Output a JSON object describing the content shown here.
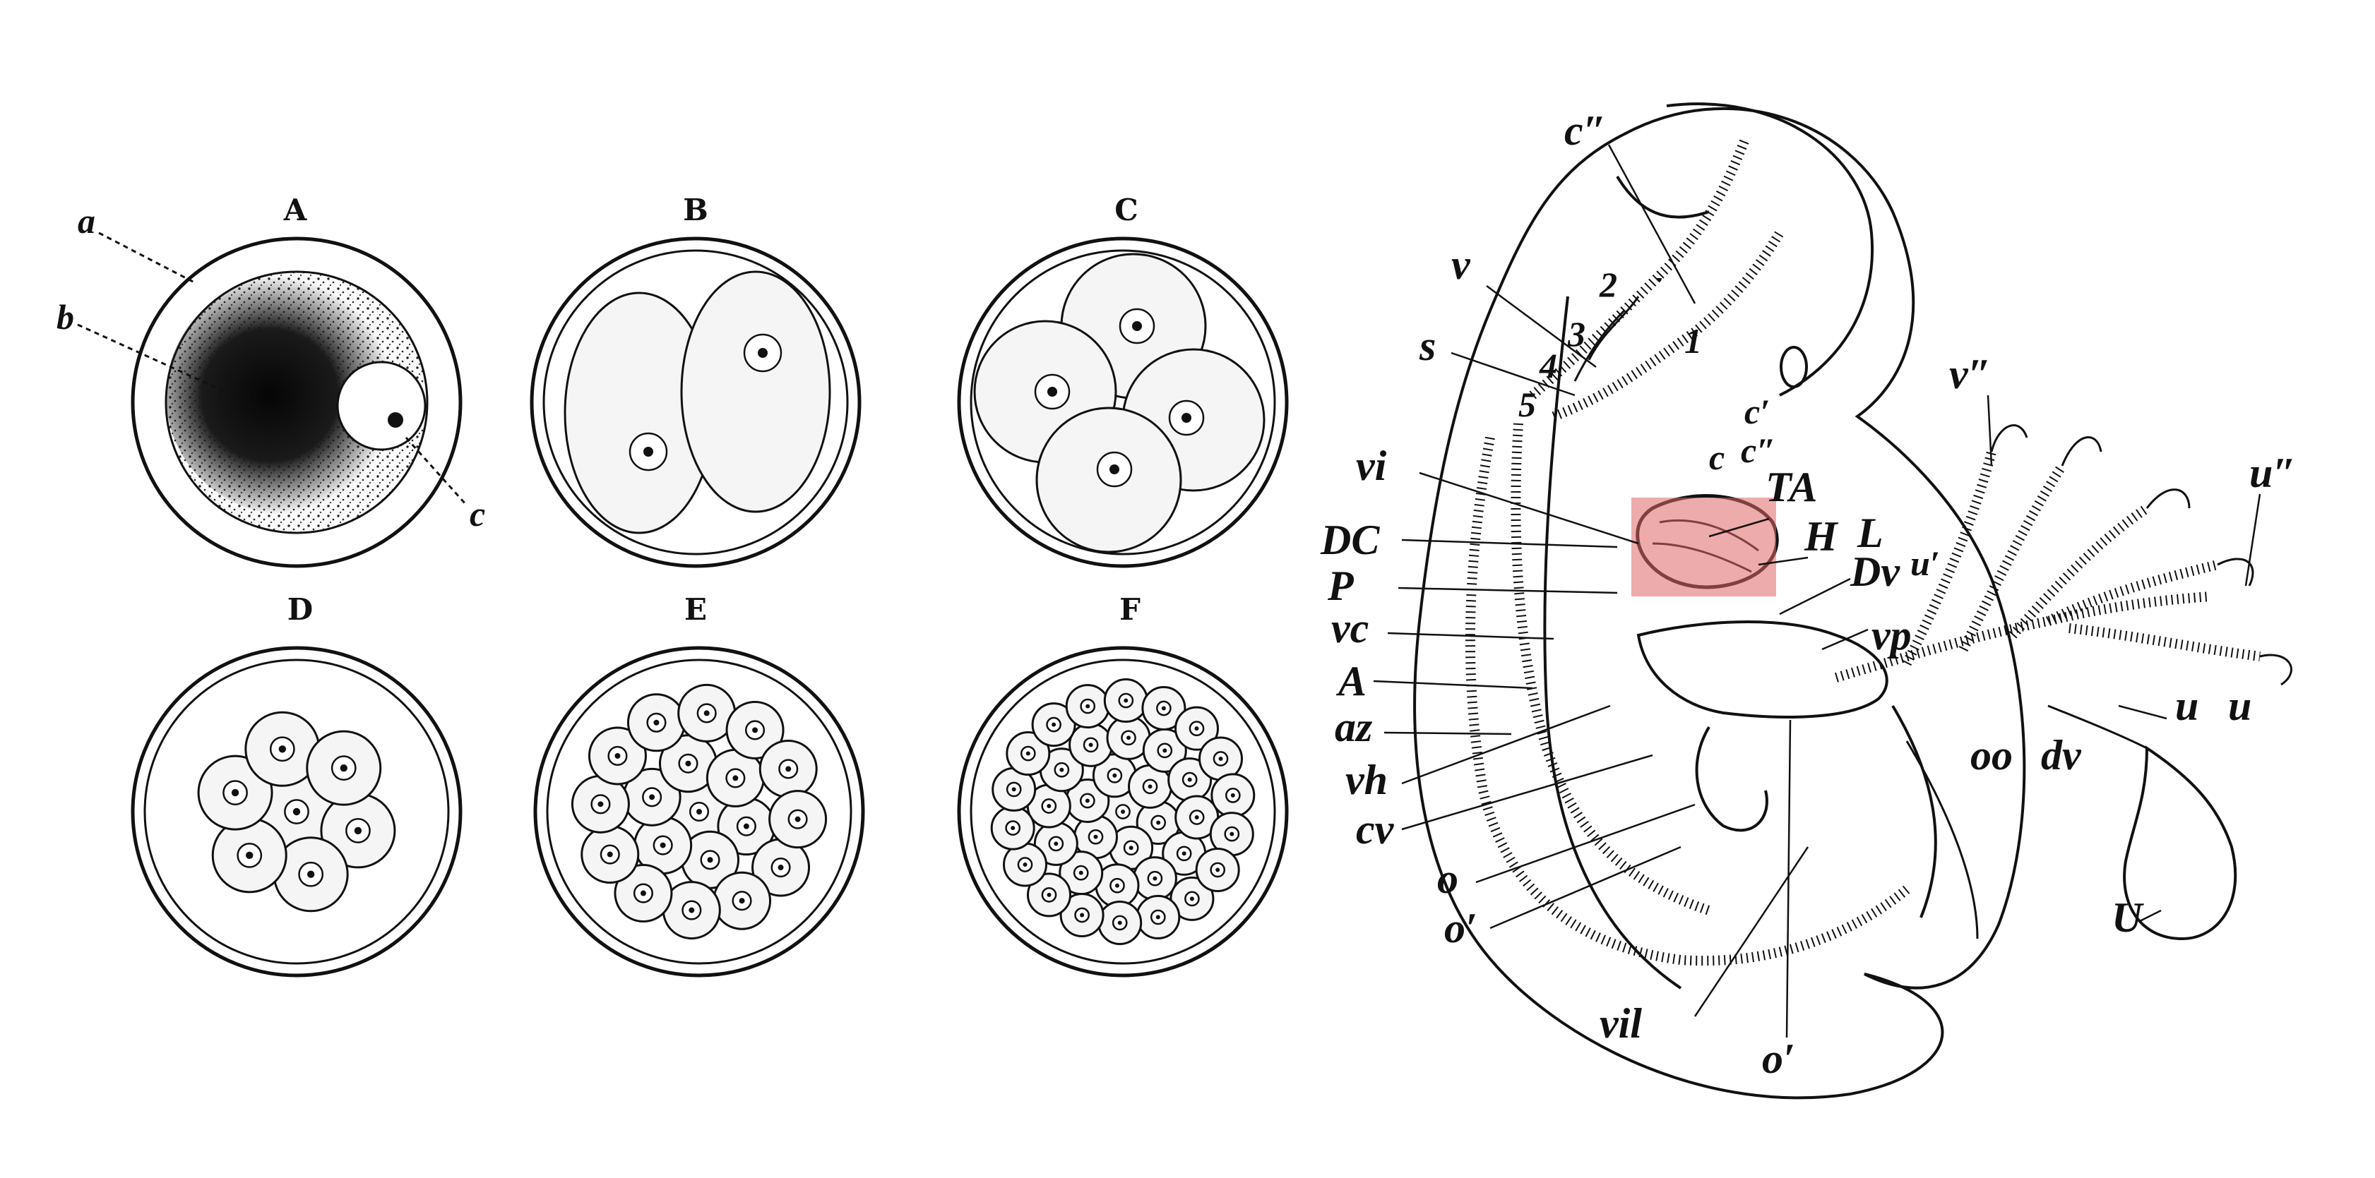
{
  "panels": [
    {
      "id": "A",
      "label": "A"
    },
    {
      "id": "B",
      "label": "B"
    },
    {
      "id": "C",
      "label": "C"
    },
    {
      "id": "D",
      "label": "D"
    },
    {
      "id": "E",
      "label": "E"
    },
    {
      "id": "F",
      "label": "F"
    }
  ],
  "egg_labels": {
    "a": "a",
    "b": "b",
    "c": "c"
  },
  "embryo_labels": {
    "c2": "c″",
    "v": "v",
    "s": "s",
    "vi": "vi",
    "DC": "DC",
    "P": "P",
    "vc": "vc",
    "A": "A",
    "az": "az",
    "vh": "vh",
    "cv": "cv",
    "o": "o",
    "o1": "o′",
    "vil": "vil",
    "o1b": "o′",
    "n2": "2",
    "n3": "3",
    "n4": "4",
    "n5": "5",
    "n1": "1",
    "c1": "c′",
    "c2b": "c″",
    "c": "c",
    "TA": "TA",
    "H": "H",
    "L": "L",
    "Dv": "Dv",
    "u1": "u′",
    "vp": "vp",
    "oo": "oo",
    "dv": "dv",
    "u": "u",
    "u2": "u",
    "v2": "v″",
    "u3": "u″",
    "U": "U"
  },
  "highlight": {
    "target": "heart",
    "color": "#e06666"
  }
}
